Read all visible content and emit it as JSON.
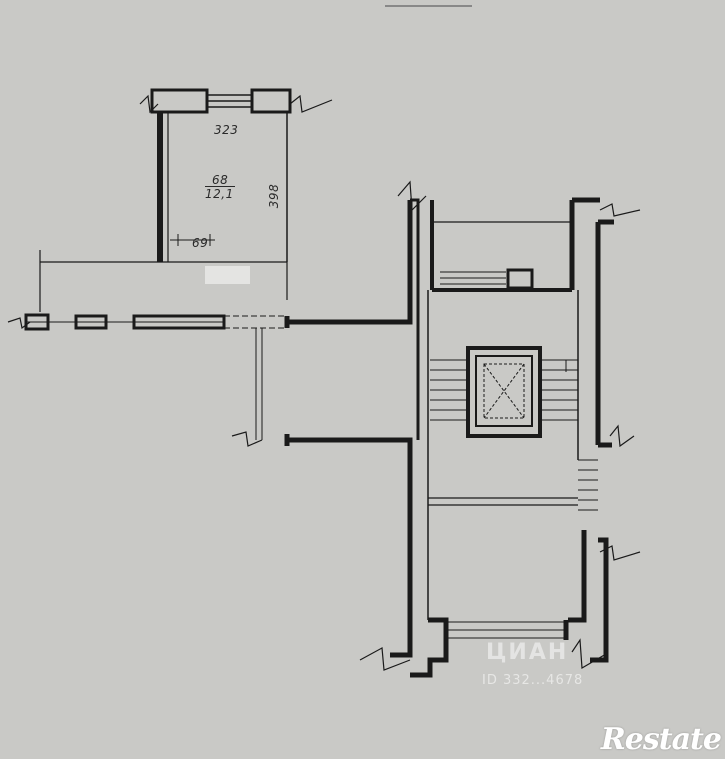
{
  "plan": {
    "room": {
      "width_dim": "323",
      "height_dim": "398",
      "number": "68",
      "area": "12,1",
      "small_dim": "69"
    }
  },
  "watermark": {
    "circle_text": "ЦИАН",
    "id_text": "ID 332...4678"
  },
  "brand": {
    "logo_text": "Restate"
  },
  "colors": {
    "paper": "#c9c9c6",
    "wall": "#1a1a1a",
    "line": "#444444"
  }
}
